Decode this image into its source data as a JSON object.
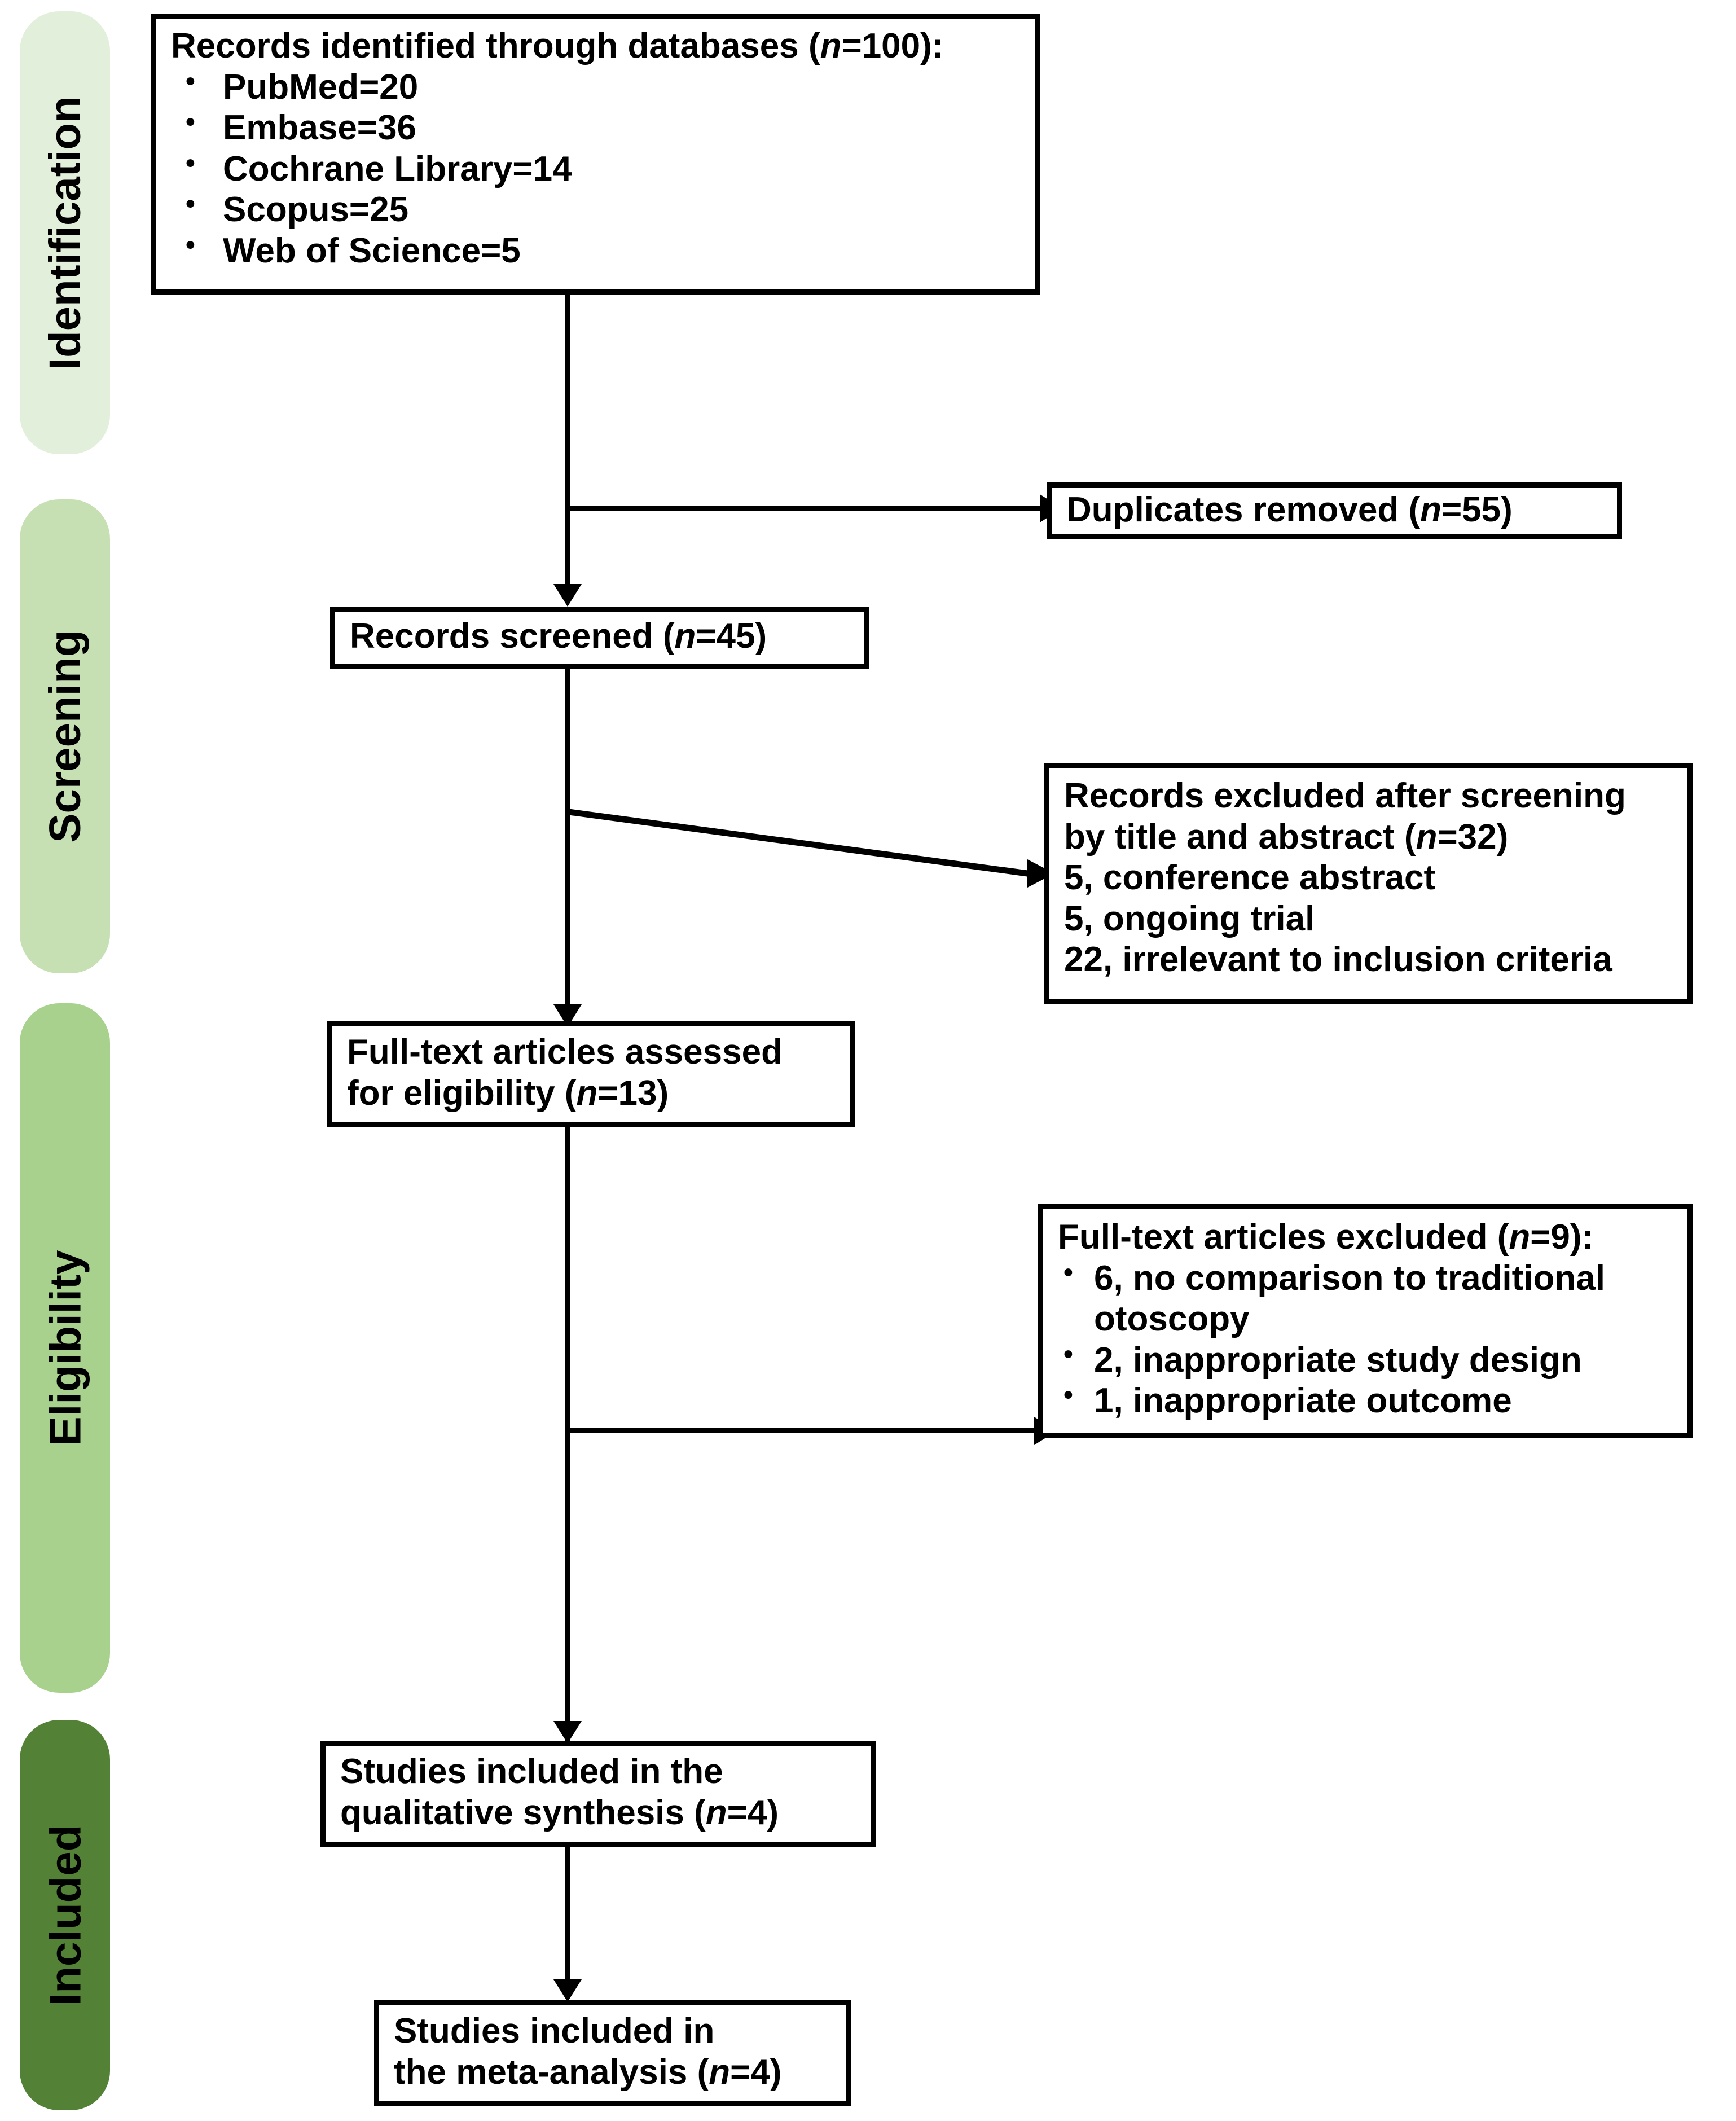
{
  "diagram": {
    "title": "PRISMA study selection flow diagram",
    "colors": {
      "stage_identification": "#e2efda",
      "stage_screening": "#c6e0b4",
      "stage_eligibility": "#a9d18e",
      "stage_included": "#538135",
      "box_border": "#000000",
      "box_fill": "#ffffff",
      "connector": "#000000"
    },
    "stages": [
      {
        "id": "identification",
        "label": "Identification"
      },
      {
        "id": "screening",
        "label": "Screening"
      },
      {
        "id": "eligibility",
        "label": "Eligibility"
      },
      {
        "id": "included",
        "label": "Included"
      }
    ],
    "boxes": {
      "identified": {
        "heading_prefix": "Records identified through databases (",
        "heading_n": "n",
        "heading_suffix": "=100):",
        "items": [
          "PubMed=20",
          "Embase=36",
          "Cochrane Library=14",
          "Scopus=25",
          "Web of Science=5"
        ]
      },
      "duplicates": {
        "text_prefix": "Duplicates removed (",
        "text_n": "n",
        "text_suffix": "=55)"
      },
      "screened": {
        "text_prefix": "Records screened (",
        "text_n": "n",
        "text_suffix": "=45)"
      },
      "excluded_screening": {
        "line1": "Records excluded after screening",
        "line2_prefix": "by title and abstract (",
        "line2_n": "n",
        "line2_suffix": "=32)",
        "items": [
          "5, conference abstract",
          "5, ongoing trial",
          "22, irrelevant to inclusion criteria"
        ]
      },
      "fulltext_assessed": {
        "line1": "Full-text articles assessed",
        "line2_prefix": "for eligibility (",
        "line2_n": "n",
        "line2_suffix": "=13)"
      },
      "fulltext_excluded": {
        "heading_prefix": "Full-text articles excluded (",
        "heading_n": "n",
        "heading_suffix": "=9):",
        "items": [
          "6, no comparison to traditional otoscopy",
          "2, inappropriate study design",
          "1, inappropriate outcome"
        ]
      },
      "qualitative": {
        "line1": "Studies included in the",
        "line2_prefix": "qualitative synthesis (",
        "line2_n": "n",
        "line2_suffix": "=4)"
      },
      "meta_analysis": {
        "line1": "Studies included in",
        "line2_prefix": "the meta-analysis (",
        "line2_n": "n",
        "line2_suffix": "=4)"
      }
    },
    "chart_data": {
      "type": "diagram",
      "title": "PRISMA flow diagram of study selection",
      "nodes": [
        {
          "id": "identified",
          "stage": "Identification",
          "label": "Records identified through databases (n=100)",
          "n": 100,
          "breakdown": {
            "PubMed": 20,
            "Embase": 36,
            "Cochrane Library": 14,
            "Scopus": 25,
            "Web of Science": 5
          }
        },
        {
          "id": "duplicates",
          "stage": "Screening",
          "label": "Duplicates removed (n=55)",
          "n": 55
        },
        {
          "id": "screened",
          "stage": "Screening",
          "label": "Records screened (n=45)",
          "n": 45
        },
        {
          "id": "excluded_screening",
          "stage": "Screening",
          "label": "Records excluded after screening by title and abstract (n=32)",
          "n": 32,
          "breakdown": {
            "conference abstract": 5,
            "ongoing trial": 5,
            "irrelevant to inclusion criteria": 22
          }
        },
        {
          "id": "fulltext_assessed",
          "stage": "Eligibility",
          "label": "Full-text articles assessed for eligibility (n=13)",
          "n": 13
        },
        {
          "id": "fulltext_excluded",
          "stage": "Eligibility",
          "label": "Full-text articles excluded (n=9)",
          "n": 9,
          "breakdown": {
            "no comparison to traditional otoscopy": 6,
            "inappropriate study design": 2,
            "inappropriate outcome": 1
          }
        },
        {
          "id": "qualitative",
          "stage": "Included",
          "label": "Studies included in the qualitative synthesis (n=4)",
          "n": 4
        },
        {
          "id": "meta_analysis",
          "stage": "Included",
          "label": "Studies included in the meta-analysis (n=4)",
          "n": 4
        }
      ],
      "edges": [
        {
          "from": "identified",
          "to": "duplicates",
          "kind": "exclusion"
        },
        {
          "from": "identified",
          "to": "screened",
          "kind": "flow"
        },
        {
          "from": "screened",
          "to": "excluded_screening",
          "kind": "exclusion"
        },
        {
          "from": "screened",
          "to": "fulltext_assessed",
          "kind": "flow"
        },
        {
          "from": "fulltext_assessed",
          "to": "fulltext_excluded",
          "kind": "exclusion"
        },
        {
          "from": "fulltext_assessed",
          "to": "qualitative",
          "kind": "flow"
        },
        {
          "from": "qualitative",
          "to": "meta_analysis",
          "kind": "flow"
        }
      ]
    }
  }
}
